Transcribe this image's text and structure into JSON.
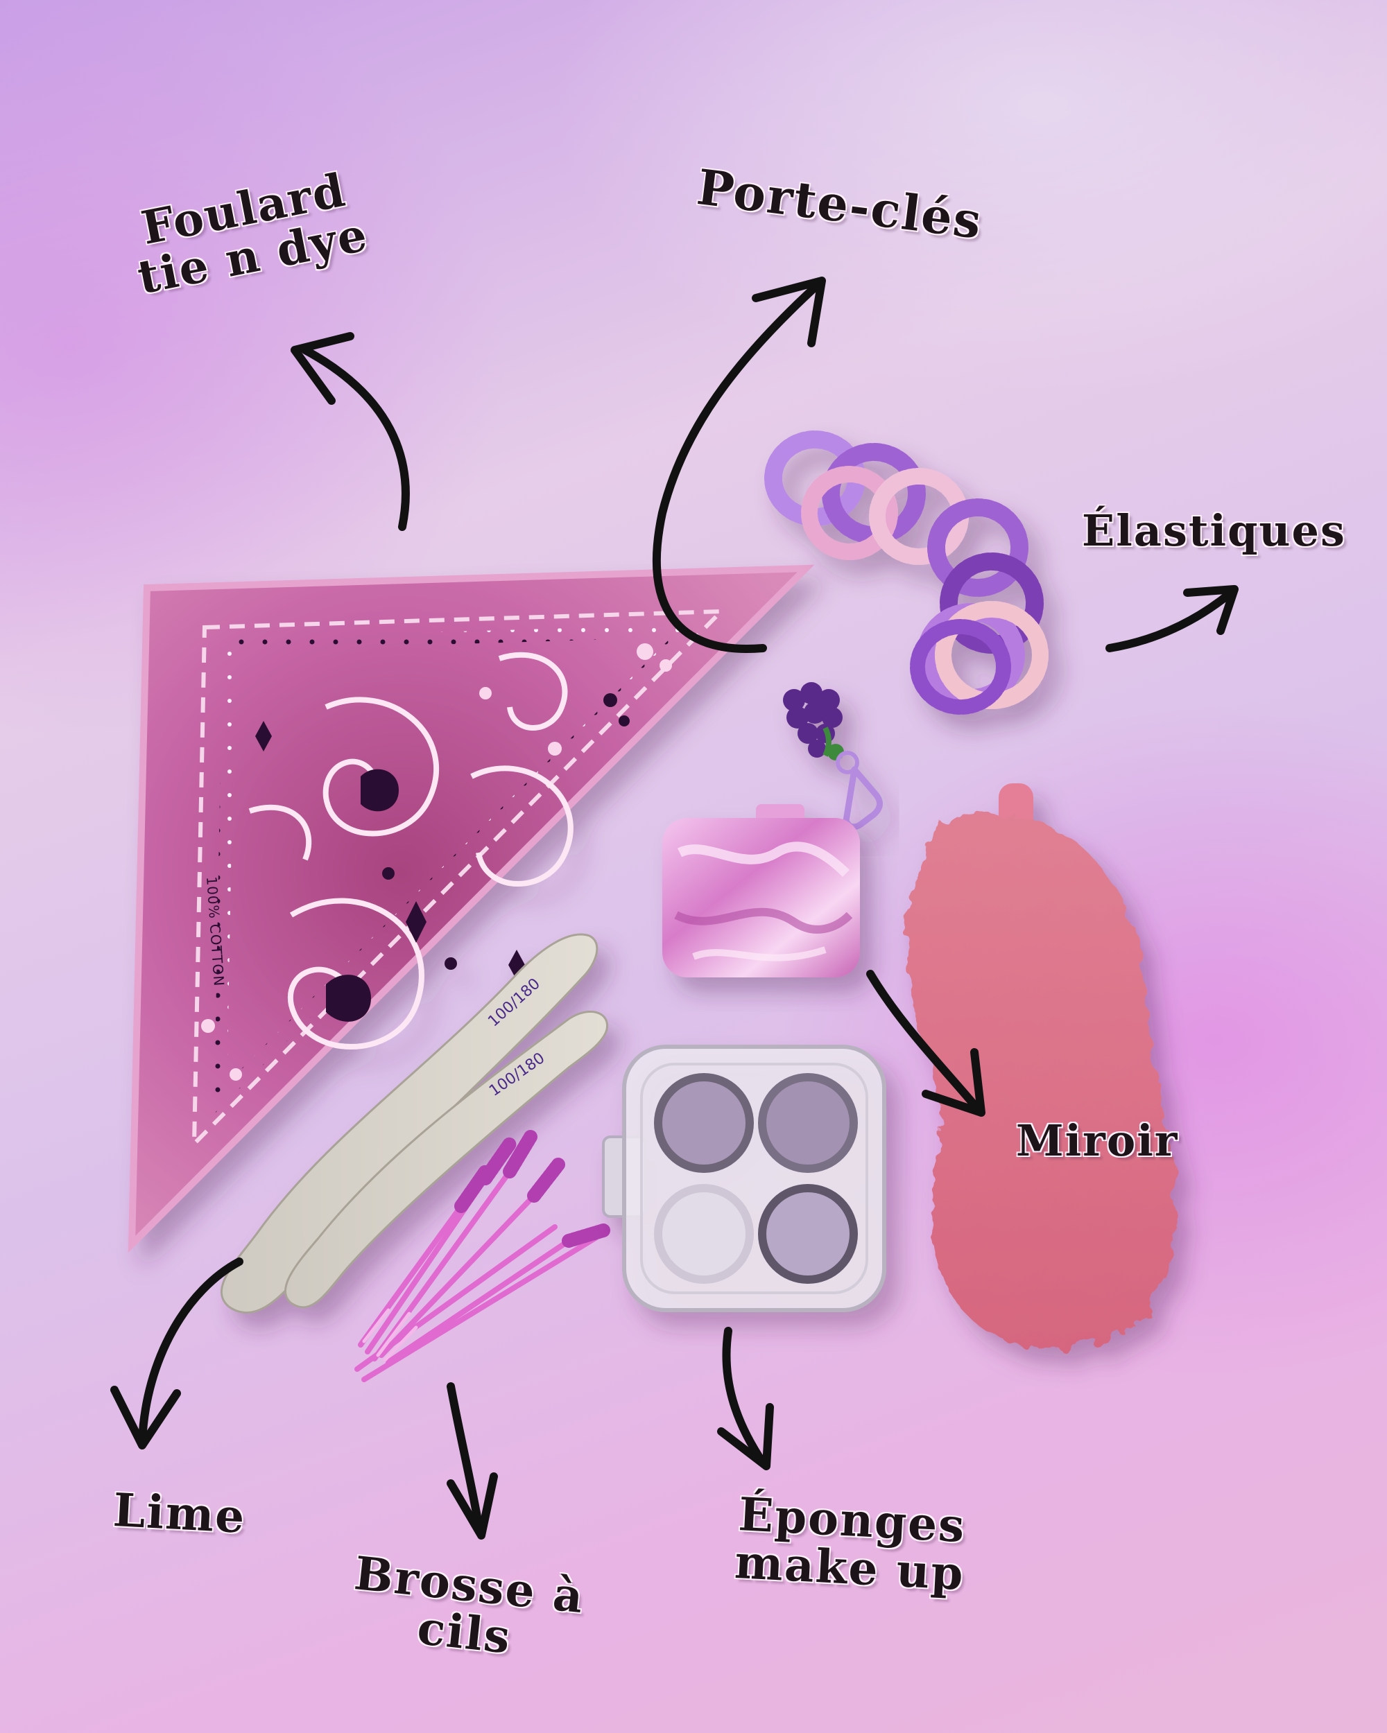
{
  "labels": {
    "foulard_line1": "Foulard",
    "foulard_line2": "tie n dye",
    "porte_cles": "Porte-clés",
    "elastiques": "Élastiques",
    "miroir": "Miroir",
    "lime": "Lime",
    "brosse_line1": "Brosse à",
    "brosse_line2": "cils",
    "eponges_line1": "Éponges",
    "eponges_line2": "make up"
  },
  "product_text": {
    "bandana_tag": "100% COTTON",
    "nail_file_grit_1": "100/180",
    "nail_file_grit_2": "100/180"
  },
  "colors": {
    "bandana": "#c0609e",
    "mask": "#d6708a",
    "mirror": "#e294d6",
    "elastic_purple": "#a874d8",
    "arrow": "#111111"
  }
}
